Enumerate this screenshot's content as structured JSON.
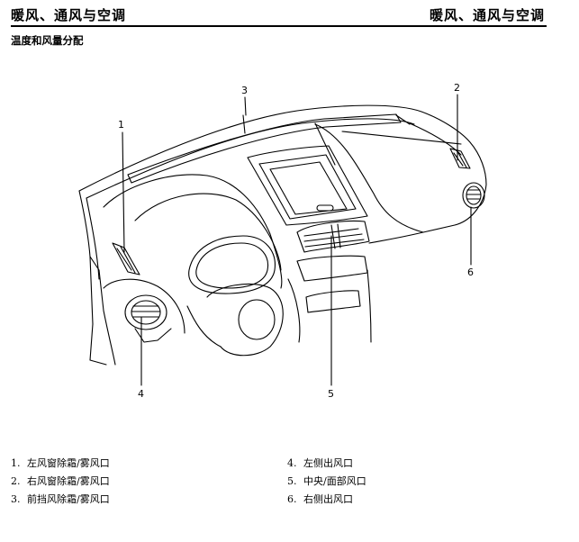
{
  "header": {
    "left_title": "暖风、通风与空调",
    "right_title": "暖风、通风与空调"
  },
  "section": {
    "title": "温度和风量分配"
  },
  "callouts": [
    "1",
    "2",
    "3",
    "4",
    "5",
    "6"
  ],
  "legend": [
    {
      "num": "1.",
      "text": "左风窗除霜/雾风口"
    },
    {
      "num": "2.",
      "text": "右风窗除霜/雾风口"
    },
    {
      "num": "3.",
      "text": "前挡风除霜/雾风口"
    },
    {
      "num": "4.",
      "text": "左侧出风口"
    },
    {
      "num": "5.",
      "text": "中央/面部风口"
    },
    {
      "num": "6.",
      "text": "右侧出风口"
    }
  ]
}
